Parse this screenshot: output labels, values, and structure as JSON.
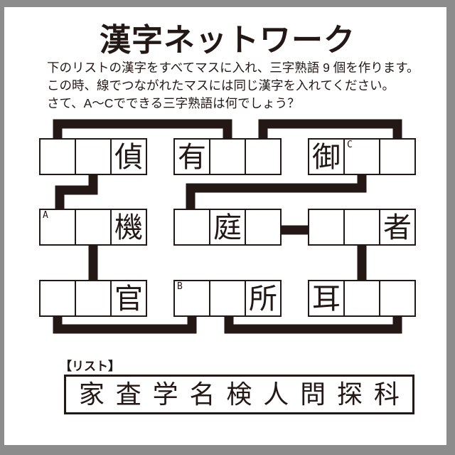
{
  "title": "漢字ネットワーク",
  "instructions": [
    "下のリストの漢字をすべてマスに入れ、三字熟語 9 個を作ります。",
    "この時、線でつながれたマスには同じ漢字を入れてください。",
    "さて、A～Cでできる三字熟語は何でしょう？"
  ],
  "puzzle": {
    "groups": [
      {
        "id": "top-left",
        "cells": [
          {
            "text": "",
            "label": ""
          },
          {
            "text": "",
            "label": ""
          },
          {
            "text": "偵",
            "label": ""
          }
        ]
      },
      {
        "id": "top-middle",
        "cells": [
          {
            "text": "有",
            "label": ""
          },
          {
            "text": "",
            "label": ""
          },
          {
            "text": "",
            "label": ""
          }
        ]
      },
      {
        "id": "top-right",
        "cells": [
          {
            "text": "御",
            "label": ""
          },
          {
            "text": "",
            "label": "C"
          },
          {
            "text": "",
            "label": ""
          }
        ]
      },
      {
        "id": "middle-left",
        "cells": [
          {
            "text": "",
            "label": "A"
          },
          {
            "text": "",
            "label": ""
          },
          {
            "text": "機",
            "label": ""
          }
        ]
      },
      {
        "id": "middle-middle",
        "cells": [
          {
            "text": "",
            "label": ""
          },
          {
            "text": "庭",
            "label": ""
          },
          {
            "text": "",
            "label": ""
          }
        ]
      },
      {
        "id": "middle-right",
        "cells": [
          {
            "text": "",
            "label": ""
          },
          {
            "text": "",
            "label": ""
          },
          {
            "text": "者",
            "label": ""
          }
        ]
      },
      {
        "id": "bottom-left",
        "cells": [
          {
            "text": "",
            "label": ""
          },
          {
            "text": "",
            "label": ""
          },
          {
            "text": "官",
            "label": ""
          }
        ]
      },
      {
        "id": "bottom-middle",
        "cells": [
          {
            "text": "",
            "label": "B"
          },
          {
            "text": "",
            "label": ""
          },
          {
            "text": "所",
            "label": ""
          }
        ]
      },
      {
        "id": "bottom-right",
        "cells": [
          {
            "text": "耳",
            "label": ""
          },
          {
            "text": "",
            "label": ""
          },
          {
            "text": "",
            "label": ""
          }
        ]
      }
    ]
  },
  "list": {
    "label": "【リスト】",
    "kanji": [
      "家",
      "査",
      "学",
      "名",
      "検",
      "人",
      "問",
      "探",
      "科"
    ]
  },
  "colors": {
    "ink": "#231815",
    "frame_gray": "#8c8c8c",
    "paper": "#ffffff"
  }
}
